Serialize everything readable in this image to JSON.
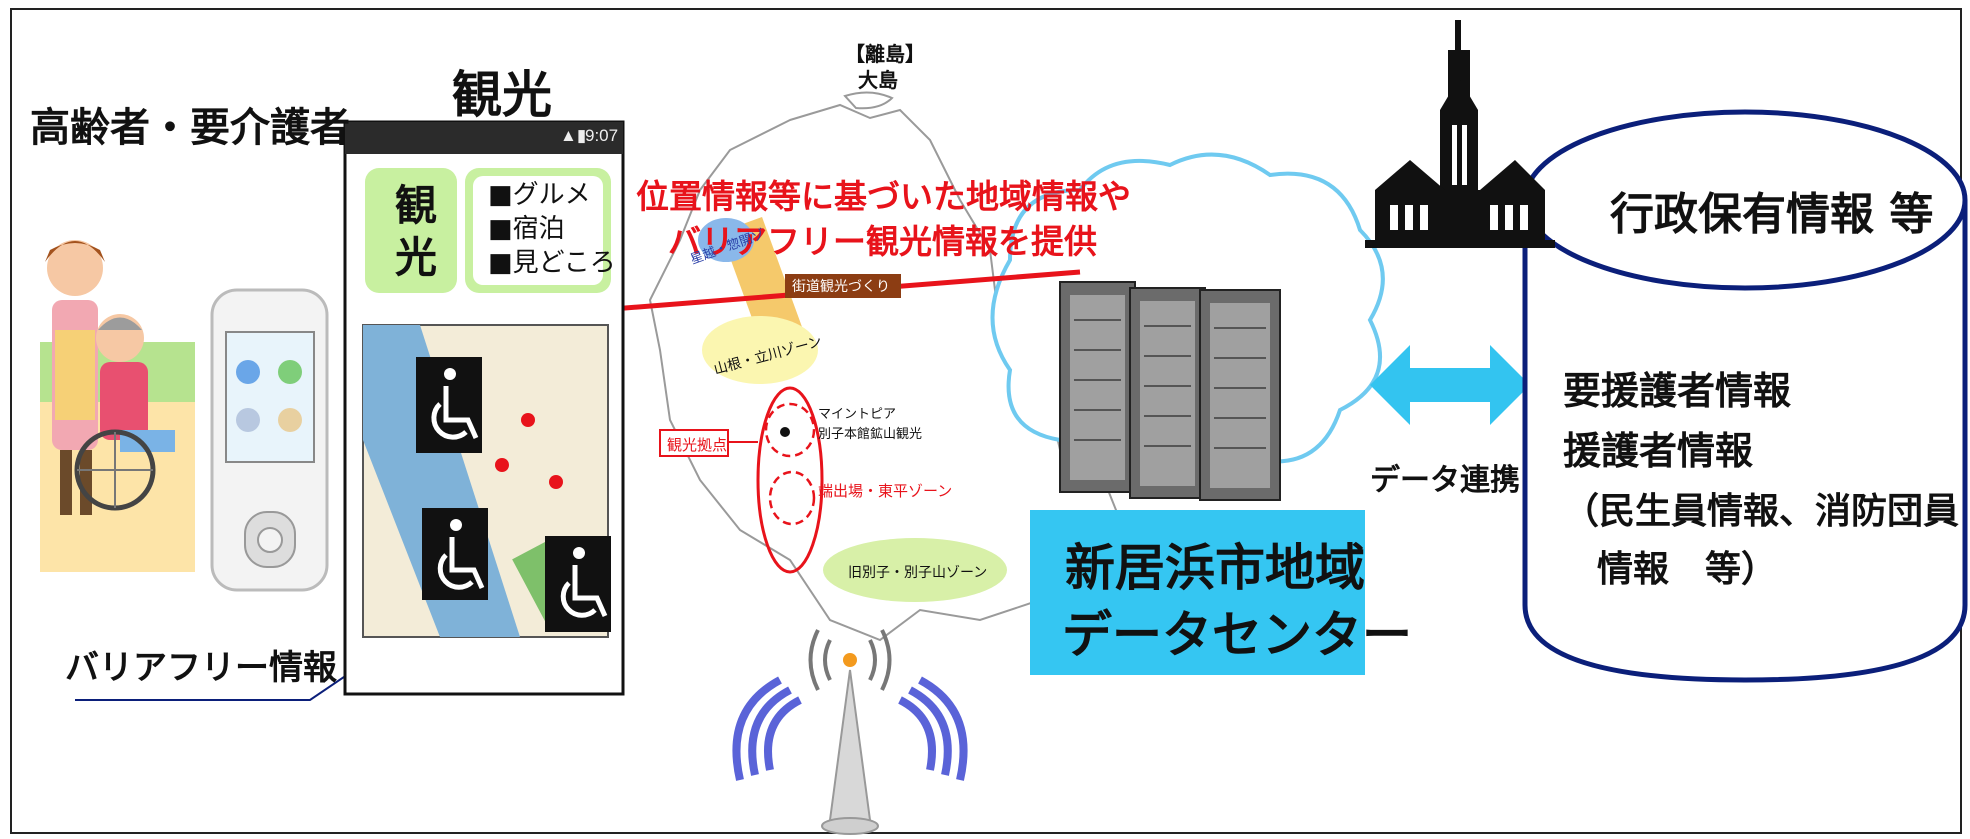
{
  "labels": {
    "elderly": "高齢者・要介護者",
    "tourism_title": "観光",
    "barrier_free": "バリアフリー情報",
    "island_line1": "【離島】",
    "island_line2": "大島",
    "provide_line1": "位置情報等に基づいた地域情報や",
    "provide_line2": "バリアフリー観光情報を提供",
    "data_link": "データ連携",
    "datacenter_line1": "新居浜市地域",
    "datacenter_line2": "データセンター",
    "gov_info": "行政保有情報 等",
    "support_line1": "要援護者情報",
    "support_line2": "援護者情報",
    "support_line3": "（民生員情報、消防団員",
    "support_line4": "情報　等）"
  },
  "phone": {
    "status_time": "9:07",
    "tile_title_line1": "観",
    "tile_title_line2": "光",
    "menu_items": [
      "■グルメ",
      "■宿泊",
      "■見どころ"
    ]
  },
  "map_labels": {
    "hoshigoe": "星越・惣開ゾ",
    "kaido": "街道観光づくり",
    "yamane": "山根・立川ゾーン",
    "kanko_kyoten": "観光拠点",
    "minetopia_line1": "マイントピア",
    "minetopia_line2": "別子本館鉱山観光",
    "hadeba": "端出場・東平ゾーン",
    "kyubesshi": "旧別子・別子山ゾーン"
  },
  "colors": {
    "red_text": "#e8131b",
    "phone_green": "#c8f0a0",
    "datacenter_blue": "#35c6f2",
    "arrow_blue": "#33c4f0",
    "cylinder_navy": "#0b1f7a",
    "cloud_blue": "#6fcaf0"
  }
}
